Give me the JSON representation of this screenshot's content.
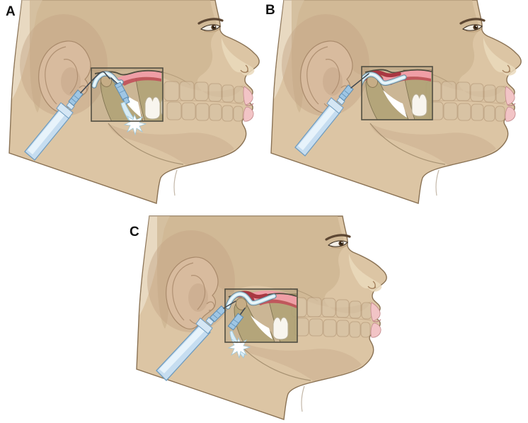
{
  "figure": {
    "panels": [
      {
        "id": "panel-a",
        "label": "A"
      },
      {
        "id": "panel-b",
        "label": "B"
      },
      {
        "id": "panel-c",
        "label": "C"
      }
    ]
  },
  "palette": {
    "pageBg": "#ffffff",
    "labelColor": "#111111",
    "skin": "#dcc5a4",
    "skinLight": "#f3ead8",
    "skullShade": "#cbb28f",
    "earFill": "#d8bb9e",
    "earShadow": "#c3a485",
    "earLine": "#a98a6b",
    "noseLight": "#ead9bc",
    "outline": "#8a7254",
    "lipPink": "#f2c4c6",
    "lipLine": "#c2888b",
    "ghostTeethFill": "#d7c2a4",
    "ghostTeethLine": "#b49878",
    "jawShadow": "#c9ad8d",
    "boxStroke": "#514e42",
    "boxTintColor": "#7d7455",
    "mandible": "#b1a377",
    "mandibleLine": "#776c4a",
    "molarWhite": "#f8f5ee",
    "molarLine": "#b7ad93",
    "musclePink": "#ef9ea6",
    "muscleRed": "#c14f59",
    "jointRed": "#a93842",
    "discBlue": "#cde6ef",
    "discLine": "#628397",
    "syringeFill": "#c6ddf0",
    "syringeHighlight": "#eaf5fc",
    "syringeLine": "#6f9cbf",
    "hubFill": "#9fc6e4",
    "hubLine": "#5d8cb0",
    "needle": "#3f464f",
    "fluid": "#d8ecf6",
    "fluidLine": "#9fc8db"
  }
}
